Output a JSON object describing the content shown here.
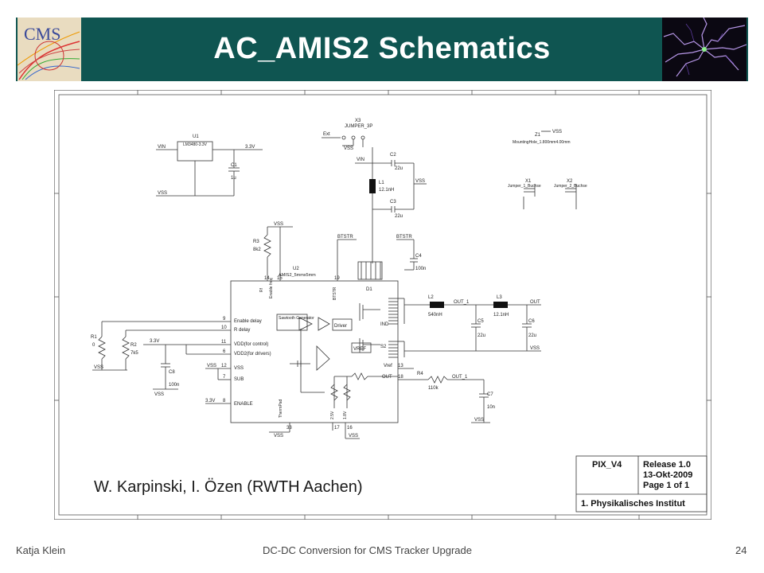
{
  "header": {
    "title": "AC_AMIS2 Schematics",
    "logo_text": "CMS"
  },
  "schematic": {
    "u1_ref": "U1",
    "u1_part": "LM3480-3.3V",
    "vin": "VIN",
    "v33": "3.3V",
    "vss": "VSS",
    "c1": "C1",
    "c1_val": "1u",
    "x3_ref": "X3",
    "x3_part": "JUMPER_3P",
    "ext": "Ext",
    "c2": "C2",
    "c2_val": "22u",
    "l1": "L1",
    "l1_val": "12.1nH",
    "c3": "C3",
    "c3_val": "22u",
    "z1_ref": "Z1",
    "z1_part": "MountingHole_1.800mm4.00mm",
    "x1_ref": "X1",
    "x1_part": "Jumper_1_Buchse",
    "x2_ref": "X2",
    "x2_part": "Jumper_2_Buchse",
    "r3": "R3",
    "r3_val": "8k2",
    "btstr": "BTSTR",
    "c4": "C4",
    "c4_val": "100n",
    "u2_ref": "U2",
    "u2_part": "AMIS2_5mmx5mm",
    "d1": "D1",
    "l2": "L2",
    "l2_val": "540nH",
    "out_1": "OUT_1",
    "l3": "L3",
    "l3_val": "12.1nH",
    "out": "OUT",
    "c5": "C5",
    "c5_val": "22u",
    "c6": "C6",
    "c6_val": "22u",
    "pin_enable_delay": "Enable delay",
    "pin_r_delay": "R delay",
    "pin_vdd_control": "VDD(for control)",
    "pin_vdd2_drivers": "VDD2(for drivers)",
    "pin_vss": "VSS",
    "pin_sub": "SUB",
    "pin_enable": "ENABLE",
    "sawtooth": "Sawtooth Generator",
    "driver": "Driver",
    "vref": "VREF",
    "vref_pin": "Vref",
    "ind": "IND",
    "s2": "S2",
    "r1": "R1",
    "r1_val": "0",
    "r2": "R2",
    "r2_val": "7k5",
    "c8": "C8",
    "c8_val": "100n",
    "r4": "R4",
    "r4_val": "110k",
    "c7": "C7",
    "c7_val": "10n",
    "thermpad": "ThermPad",
    "v25": "2.5V",
    "v18": "1.8V",
    "enable_freq": "Enable freq",
    "rf": "Rf",
    "btstr_pin": "BTSTR",
    "p9": "9",
    "p10": "10",
    "p11": "11",
    "p6": "6",
    "p12": "12",
    "p7": "7",
    "p8": "8",
    "p14": "14",
    "p15": "15",
    "p19": "19",
    "p13": "13",
    "p18": "18",
    "p33": "33",
    "p17": "17",
    "p16": "16"
  },
  "title_block": {
    "sheet": "PIX_V4",
    "release": "Release 1.0",
    "date": "13-Okt-2009",
    "page": "Page 1 of 1",
    "institute": "1. Physikalisches Institut"
  },
  "byline": "W. Karpinski, I. Özen (RWTH Aachen)",
  "footer": {
    "author": "Katja Klein",
    "talk": "DC-DC Conversion for CMS Tracker Upgrade",
    "page": "24"
  },
  "colors": {
    "banner": "#0f5551",
    "logo_bg": "#e9dcc0",
    "wire": "#333333"
  }
}
